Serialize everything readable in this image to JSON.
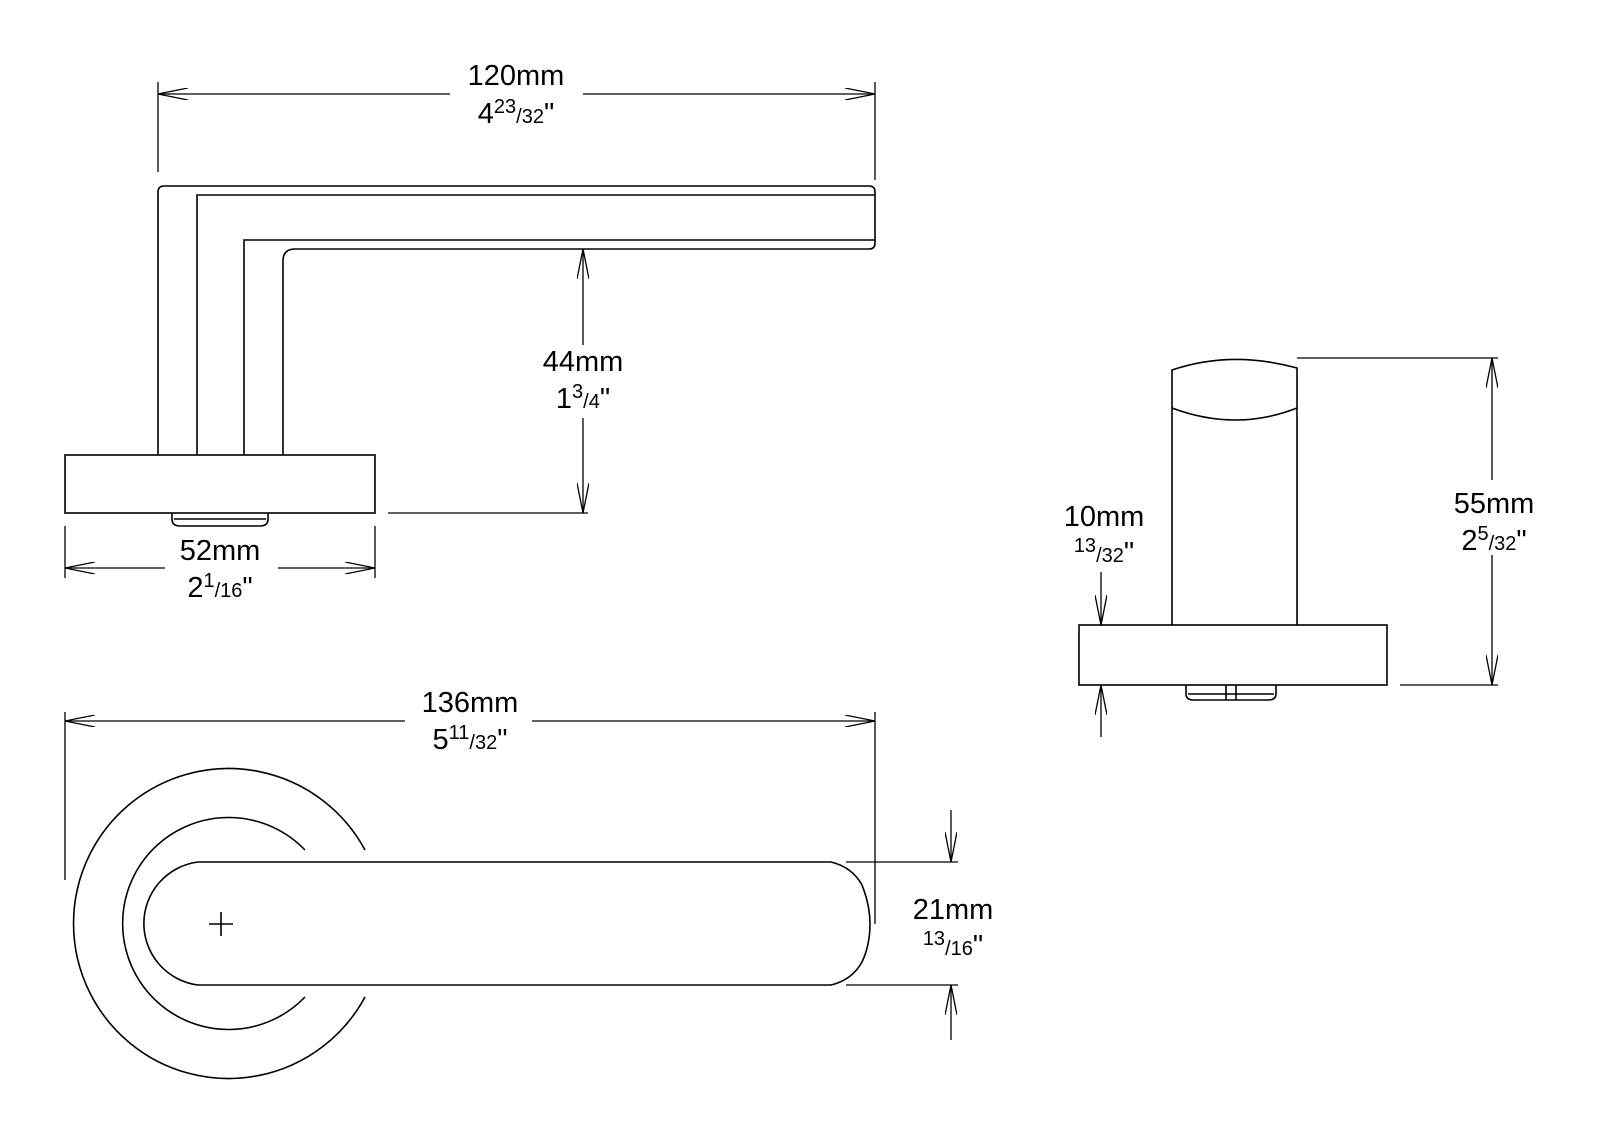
{
  "dimensions": {
    "top_width": {
      "metric": "120mm",
      "whole": "4",
      "num": "23",
      "den": "32",
      "unit": "\""
    },
    "lever_height": {
      "metric": "44mm",
      "whole": "1",
      "num": "3",
      "den": "4",
      "unit": "\""
    },
    "rose_width": {
      "metric": "52mm",
      "whole": "2",
      "num": "1",
      "den": "16",
      "unit": "\""
    },
    "rose_thickness": {
      "metric": "10mm",
      "whole": "",
      "num": "13",
      "den": "32",
      "unit": "\""
    },
    "side_height": {
      "metric": "55mm",
      "whole": "2",
      "num": "5",
      "den": "32",
      "unit": "\""
    },
    "plan_length": {
      "metric": "136mm",
      "whole": "5",
      "num": "11",
      "den": "32",
      "unit": "\""
    },
    "lever_width": {
      "metric": "21mm",
      "whole": "",
      "num": "13",
      "den": "16",
      "unit": "\""
    }
  }
}
